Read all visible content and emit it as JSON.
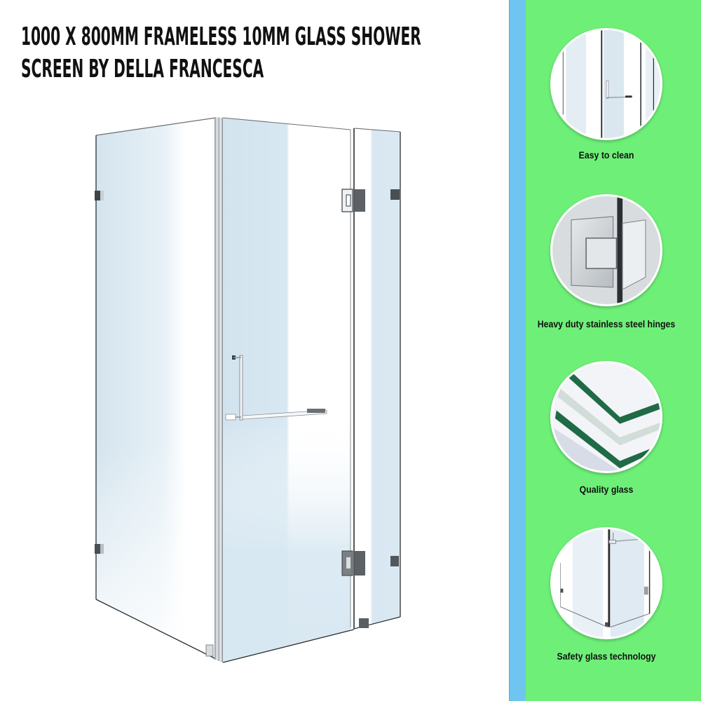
{
  "product": {
    "title_lines": [
      "1000 x 800mm Frameless 10mm Glass Shower",
      "Screen by Della Francesca"
    ],
    "image": {
      "subject": "frameless-glass-shower-enclosure",
      "parts": [
        "left-fixed-panel",
        "corner-post",
        "front-door-panel",
        "right-fixed-panel",
        "door-handle-towel-bar",
        "hinges",
        "wall-clamps"
      ]
    }
  },
  "features": {
    "items": [
      {
        "label": "Easy to clean",
        "icon": "shower-door-closeup-icon"
      },
      {
        "label": "Heavy duty stainless steel hinges",
        "icon": "hinge-closeup-icon"
      },
      {
        "label": "Quality glass",
        "icon": "glass-layers-icon"
      },
      {
        "label": "Safety glass technology",
        "icon": "shower-corner-closeup-icon"
      }
    ]
  },
  "colors": {
    "background": "#ffffff",
    "title_text": "#111111",
    "stripe_blue": "#6ec6f0",
    "panel_green": "#6ef078",
    "glass_tint": "#d6e6f0",
    "glass_edge_green": "#1f6b45",
    "hardware_dark": "#555a5e"
  }
}
